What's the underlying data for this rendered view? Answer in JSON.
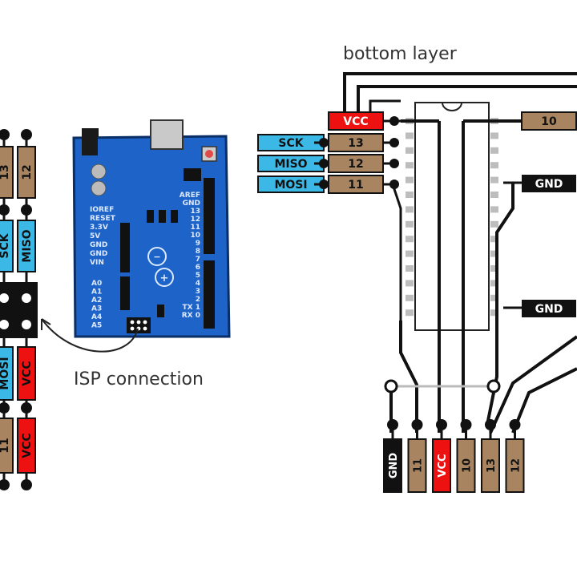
{
  "captions": {
    "bottom_layer": "bottom layer",
    "isp_connection": "ISP connection"
  },
  "left_header": {
    "pin_a": "13",
    "pin_b": "12",
    "sck": "SCK",
    "miso": "MISO",
    "mosi": "MOSI",
    "vcc_top": "VCC",
    "pin_c": "11",
    "vcc_bottom": "VCC"
  },
  "arduino": {
    "left_labels": [
      "IOREF",
      "RESET",
      "3.3V",
      "5V",
      "GND",
      "GND",
      "VIN"
    ],
    "analog_labels": [
      "A0",
      "A1",
      "A2",
      "A3",
      "A4",
      "A5"
    ],
    "right_labels": [
      "AREF",
      "GND",
      "13",
      "12",
      "11",
      "10",
      "9",
      "8",
      "7",
      "6",
      "5",
      "4",
      "3",
      "2",
      "TX 1",
      "RX 0"
    ]
  },
  "right_layout": {
    "vcc": "VCC",
    "sck": "SCK",
    "miso": "MISO",
    "mosi": "MOSI",
    "pin13": "13",
    "pin12": "12",
    "pin11": "11",
    "pin10": "10",
    "gnd_top": "GND",
    "gnd_bottom": "GND"
  },
  "bottom_header": [
    "GND",
    "11",
    "VCC",
    "10",
    "13",
    "12"
  ],
  "colors": {
    "brown": "#a88560",
    "cyan": "#3cb8e6",
    "red": "#ee1111",
    "black": "#111111",
    "arduino_blue": "#1e64c8"
  }
}
